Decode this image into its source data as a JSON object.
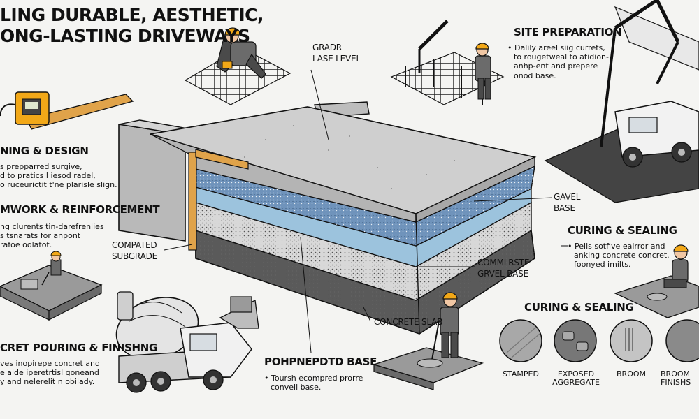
{
  "title": {
    "line1": "LING DURABLE, AESTHETIC,",
    "line2": "ONG-LASTING DRIVEWAYS"
  },
  "sections": {
    "planning": {
      "heading": "NING & DESIGN",
      "lines": [
        "s prepparred surgive,",
        "d to pratics l iesod radel,",
        "o ruceurictit t'ne plarisle slign."
      ]
    },
    "formwork": {
      "heading": "MWORK & REINFORCEMENT",
      "lines": [
        "ng clurents tin-darefrenlies",
        "s tsnarats for anpont",
        "rafoe oolatot."
      ]
    },
    "pouring": {
      "heading": "CRET POURING & FINISHNG",
      "lines": [
        "ves inopirepe concret and",
        "e alde iperetrtisl goneand",
        "y and nelerelit n obilady."
      ]
    },
    "site_prep": {
      "heading": "SITE PREPARATION",
      "lines": [
        "Dalily areel siig currets,",
        "to rougetweal to atidion-",
        "anhp-ent and prepere",
        "onod base."
      ]
    },
    "curing_right": {
      "heading": "CURING & SEALING",
      "lines": [
        "Pelis sotfive eairror and",
        "anking concrete concret.",
        "foonyed imilts."
      ]
    },
    "curing_bottom": {
      "heading": "CURING & SEALING"
    },
    "base_bottom": {
      "heading": "POHPNEPDTD BASE",
      "lines": [
        "Toursh ecompred prorre",
        "convell base."
      ]
    }
  },
  "labels": {
    "grade": {
      "line1": "GRADR",
      "line2": "LASE LEVEL"
    },
    "gravel": {
      "line1": "GAVEL",
      "line2": "BASE"
    },
    "subgrade": {
      "line1": "COMPATED",
      "line2": "SUBGRADE"
    },
    "combined": {
      "line1": "COMMLRSTE",
      "line2": "GRVEL BASE"
    },
    "slab": "CONCRETE SLAB"
  },
  "finishes": [
    {
      "line1": "STAMPED",
      "line2": ""
    },
    {
      "line1": "EXPOSED",
      "line2": "AGGREGATE"
    },
    {
      "line1": "BROOM",
      "line2": ""
    },
    {
      "line1": "BROOM",
      "line2": "FINISHS"
    }
  ],
  "colors": {
    "concrete": "#c9c9c9",
    "blue_layer": "#6f93bb",
    "light_blue": "#9cc3dd",
    "gravel": "#d6d6d6",
    "subgrade": "#5a5a5a",
    "safety_yellow": "#f2a818",
    "timber": "#e0a34a",
    "ink": "#111111"
  }
}
